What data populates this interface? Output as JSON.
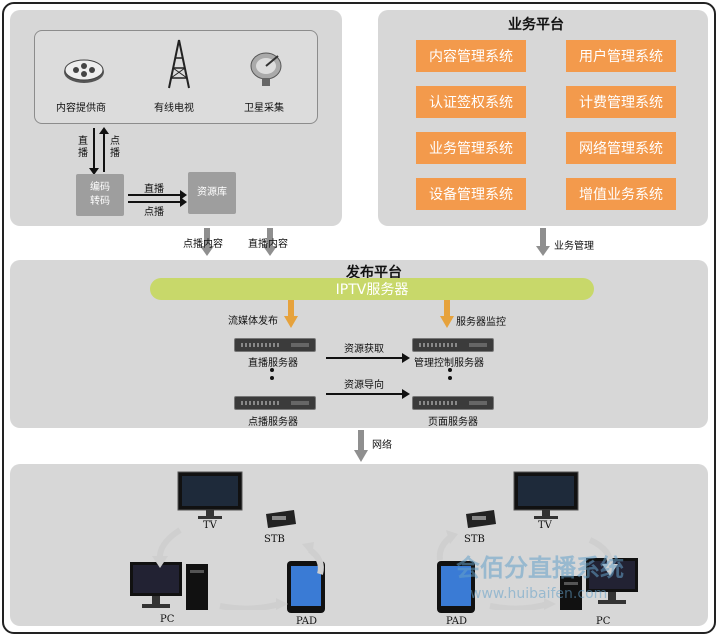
{
  "sources": {
    "content_provider": "内容提供商",
    "cable_tv": "有线电视",
    "satellite": "卫星采集"
  },
  "encode": {
    "label_left": "直播",
    "label_right": "点播",
    "box": "编码转码",
    "to_repo_top": "直播",
    "to_repo_bottom": "点播",
    "repo": "资源库"
  },
  "to_publish": {
    "vod": "点播内容",
    "live": "直播内容",
    "biz_mgmt": "业务管理"
  },
  "business": {
    "title": "业务平台",
    "systems": [
      "内容管理系统",
      "用户管理系统",
      "认证签权系统",
      "计费管理系统",
      "业务管理系统",
      "网络管理系统",
      "设备管理系统",
      "增值业务系统"
    ]
  },
  "publish": {
    "title": "发布平台",
    "bar": "IPTV服务器",
    "stream_release": "流媒体发布",
    "server_monitor": "服务器监控",
    "live_server": "直播服务器",
    "vod_server": "点播服务器",
    "resource_fetch": "资源获取",
    "resource_guide": "资源导向",
    "mgmt_server": "管理控制服务器",
    "page_server": "页面服务器"
  },
  "network": "网络",
  "devices": {
    "tv": "TV",
    "stb": "STB",
    "pc": "PC",
    "pad": "PAD"
  },
  "watermark": {
    "cn": "会佰分直播系统",
    "url": "www.huibaifen.com"
  },
  "colors": {
    "orange": "#f39a4c",
    "bar": "#c8d86a",
    "panel": "#d7d7d7",
    "arrow": "#e6a23c"
  }
}
